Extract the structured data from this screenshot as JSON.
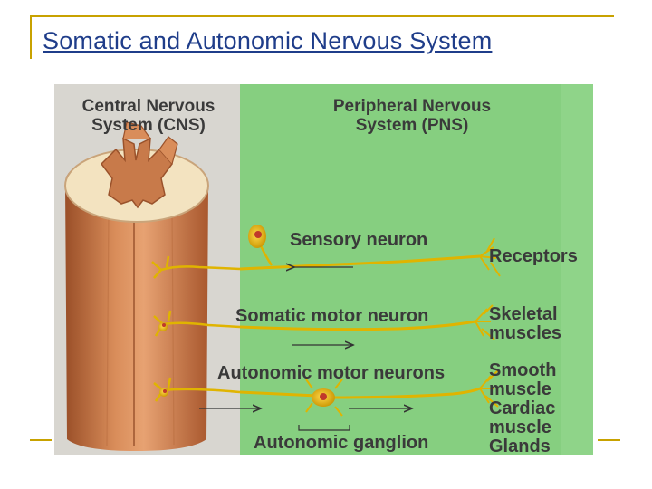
{
  "slide": {
    "title": "Somatic and Autonomic Nervous System"
  },
  "figure": {
    "cns_header_line1": "Central Nervous",
    "cns_header_line2": "System (CNS)",
    "pns_header_line1": "Peripheral Nervous",
    "pns_header_line2": "System (PNS)",
    "sensory_neuron": "Sensory neuron",
    "receptors": "Receptors",
    "somatic_motor_neuron": "Somatic motor neuron",
    "skeletal_line1": "Skeletal",
    "skeletal_line2": "muscles",
    "autonomic_motor_neurons": "Autonomic motor neurons",
    "smooth_line1": "Smooth",
    "smooth_line2": "muscle",
    "cardiac_line1": "Cardiac",
    "cardiac_line2": "muscle",
    "glands": "Glands",
    "autonomic_ganglion": "Autonomic ganglion"
  },
  "colors": {
    "cns_bg": "#d8d6d0",
    "pns_bg": "#86cf80",
    "spinal_cord": "#c87a4a",
    "neuron": "#e0b400",
    "title": "#1f3d8a",
    "frame": "#c8a200"
  }
}
